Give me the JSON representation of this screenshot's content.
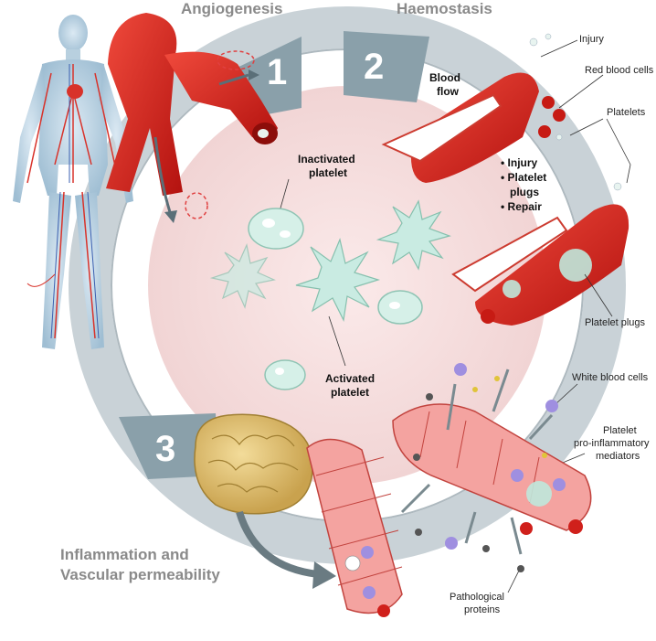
{
  "sections": {
    "angiogenesis": {
      "number": "1",
      "title": "Angiogenesis"
    },
    "haemostasis": {
      "number": "2",
      "title": "Haemostasis"
    },
    "inflammation": {
      "number": "3",
      "title_line1": "Inflammation and",
      "title_line2": "Vascular permeability"
    }
  },
  "labels": {
    "injury": "Injury",
    "red_blood_cells": "Red blood cells",
    "platelets": "Platelets",
    "blood_flow_line1": "Blood",
    "blood_flow_line2": "flow",
    "inactivated_platelet_line1": "Inactivated",
    "inactivated_platelet_line2": "platelet",
    "activated_platelet_line1": "Activated",
    "activated_platelet_line2": "platelet",
    "platelet_plugs": "Platelet plugs",
    "white_blood_cells": "White blood cells",
    "mediators_line1": "Platelet",
    "mediators_line2": "pro-inflammatory",
    "mediators_line3": "mediators",
    "pathological_line1": "Pathological",
    "pathological_line2": "proteins"
  },
  "haemostasis_steps": [
    "Injury",
    "Platelet",
    "plugs",
    "Repair"
  ],
  "colors": {
    "ring": "#c9d2d7",
    "ring_dark": "#7f96a0",
    "center": "#f6dede",
    "vessel": "#d9231e",
    "platelet": "#c9ebe2"
  }
}
